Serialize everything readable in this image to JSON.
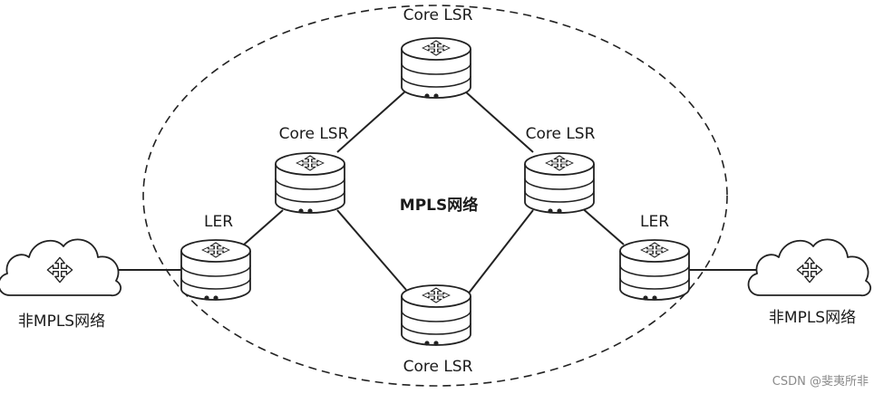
{
  "diagram": {
    "domain_label": "MPLS网络",
    "nodes": {
      "core_top": {
        "label": "Core LSR",
        "type": "router"
      },
      "core_left": {
        "label": "Core LSR",
        "type": "router"
      },
      "core_right": {
        "label": "Core LSR",
        "type": "router"
      },
      "core_bottom": {
        "label": "Core LSR",
        "type": "router"
      },
      "ler_left": {
        "label": "LER",
        "type": "router"
      },
      "ler_right": {
        "label": "LER",
        "type": "router"
      },
      "cloud_left": {
        "label": "非MPLS网络",
        "type": "cloud"
      },
      "cloud_right": {
        "label": "非MPLS网络",
        "type": "cloud"
      }
    },
    "links": [
      [
        "cloud_left",
        "ler_left"
      ],
      [
        "ler_left",
        "core_left"
      ],
      [
        "core_left",
        "core_top"
      ],
      [
        "core_left",
        "core_bottom"
      ],
      [
        "core_top",
        "core_right"
      ],
      [
        "core_bottom",
        "core_right"
      ],
      [
        "core_right",
        "ler_right"
      ],
      [
        "ler_right",
        "cloud_right"
      ]
    ],
    "icons": {
      "router": "router-icon",
      "cloud": "cloud-network-icon"
    }
  },
  "watermark": "CSDN @斐夷所非"
}
